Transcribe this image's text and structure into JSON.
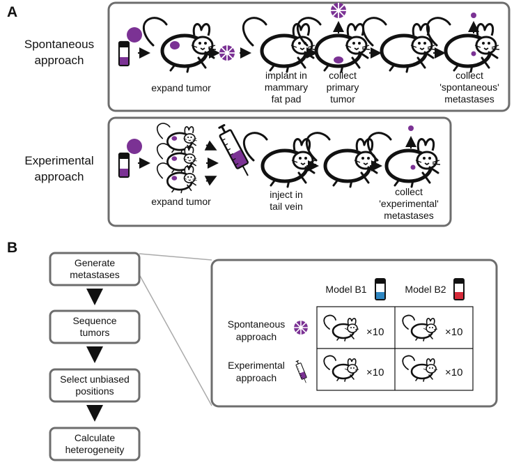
{
  "panel_a": {
    "letter": "A",
    "spontaneous": {
      "title_line1": "Spontaneous",
      "title_line2": "approach",
      "captions": [
        {
          "lines": [
            "expand tumor"
          ]
        },
        {
          "lines": [
            "implant in",
            "mammary",
            "fat pad"
          ]
        },
        {
          "lines": [
            "collect",
            "primary",
            "tumor"
          ]
        },
        {
          "lines": [
            "collect",
            "'spontaneous'",
            "metastases"
          ]
        }
      ]
    },
    "experimental": {
      "title_line1": "Experimental",
      "title_line2": "approach",
      "captions": [
        {
          "lines": [
            "expand tumor"
          ]
        },
        {
          "lines": [
            "inject in",
            "tail vein"
          ]
        },
        {
          "lines": [
            "collect",
            "'experimental'",
            "metastases"
          ]
        }
      ]
    }
  },
  "panel_b": {
    "letter": "B",
    "flow_steps": [
      {
        "lines": [
          "Generate",
          "metastases"
        ]
      },
      {
        "lines": [
          "Sequence",
          "tumors"
        ]
      },
      {
        "lines": [
          "Select unbiased",
          "positions"
        ]
      },
      {
        "lines": [
          "Calculate",
          "heterogeneity"
        ]
      }
    ],
    "models": [
      {
        "label": "Model B1",
        "tube_color": "#2e86c1"
      },
      {
        "label": "Model B2",
        "tube_color": "#d62b3a"
      }
    ],
    "rows": [
      {
        "lines": [
          "Spontaneous",
          "approach"
        ]
      },
      {
        "lines": [
          "Experimental",
          "approach"
        ]
      }
    ],
    "cell_count": "×10"
  },
  "colors": {
    "accent_purple": "#7b3294",
    "frame_gray": "#6d6d6d",
    "ink": "#111111"
  }
}
